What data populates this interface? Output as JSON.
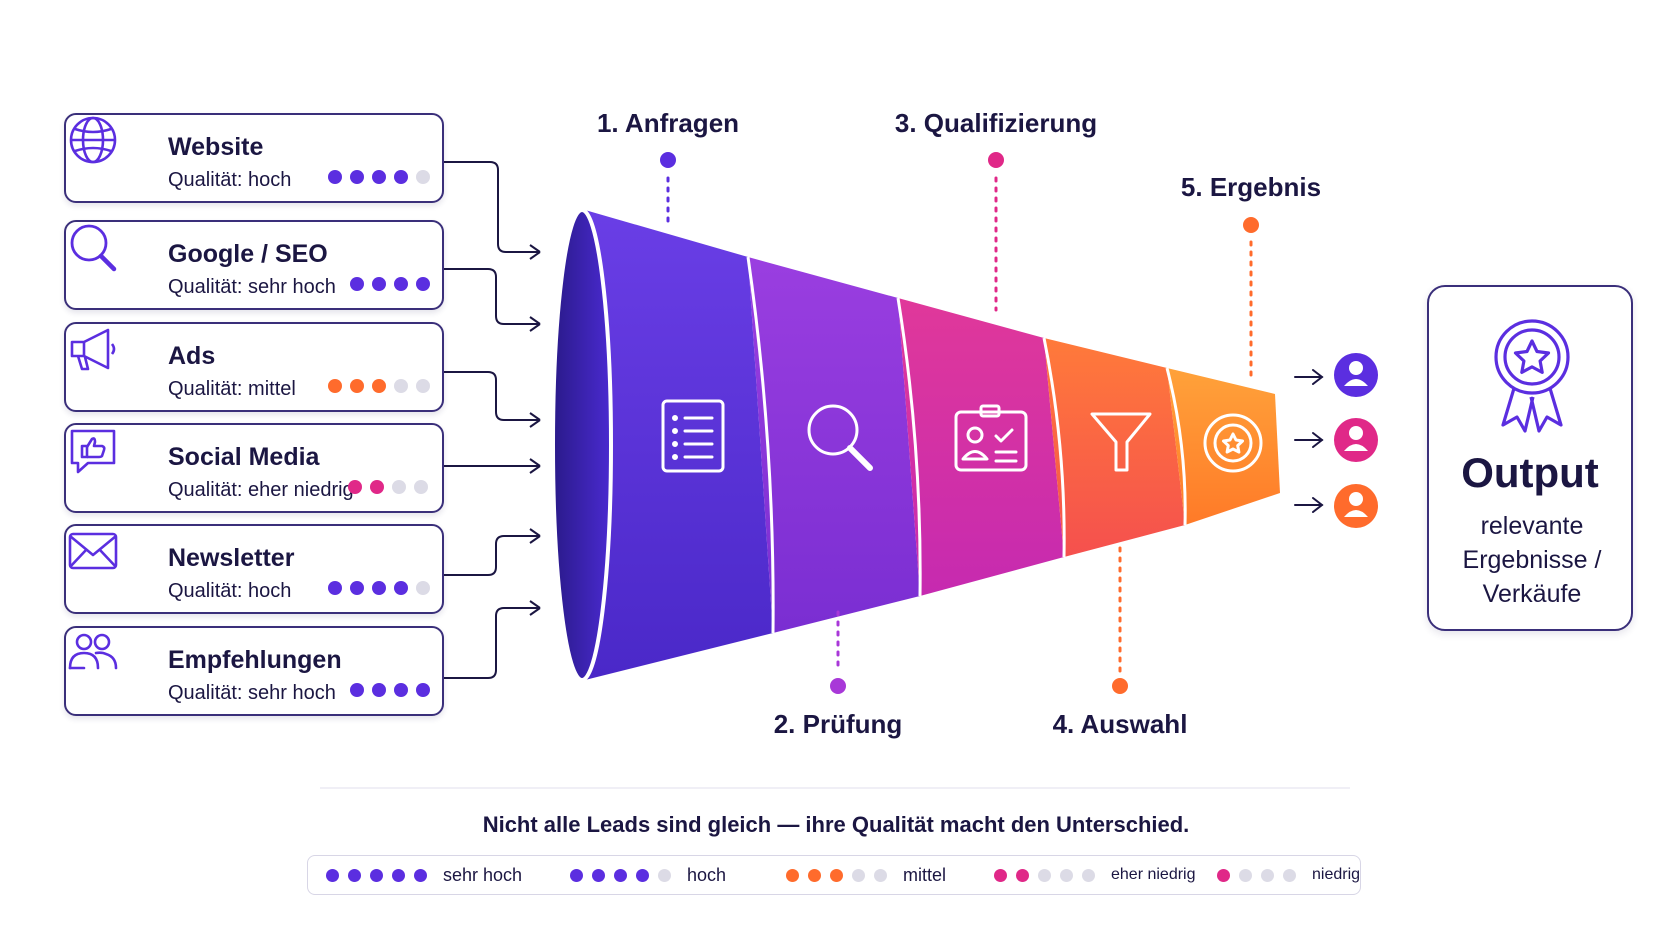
{
  "colors": {
    "purple": "#5b2ee0",
    "magenta": "#e02888",
    "orange": "#ff6b2c",
    "gray": "#dcdbe6",
    "navy": "#1b1642"
  },
  "sources": [
    {
      "title": "Website",
      "quality": "Qualität: hoch",
      "icon": "globe-icon",
      "dots": [
        "purple",
        "purple",
        "purple",
        "purple",
        "gray"
      ]
    },
    {
      "title": "Google / SEO",
      "quality": "Qualität: sehr hoch",
      "icon": "search-icon",
      "dots": [
        "purple",
        "purple",
        "purple",
        "purple"
      ]
    },
    {
      "title": "Ads",
      "quality": "Qualität: mittel",
      "icon": "megaphone-icon",
      "dots": [
        "orange",
        "orange",
        "orange",
        "gray",
        "gray"
      ]
    },
    {
      "title": "Social Media",
      "quality": "Qualität: eher niedrig",
      "icon": "thumbs-up-chat-icon",
      "dots": [
        "magenta",
        "magenta",
        "gray",
        "gray"
      ]
    },
    {
      "title": "Newsletter",
      "quality": "Qualität: hoch",
      "icon": "envelope-icon",
      "dots": [
        "purple",
        "purple",
        "purple",
        "purple",
        "gray"
      ]
    },
    {
      "title": "Empfehlungen",
      "quality": "Qualität: sehr hoch",
      "icon": "users-icon",
      "dots": [
        "purple",
        "purple",
        "purple",
        "purple"
      ]
    }
  ],
  "stages": [
    {
      "label": "1. Anfragen",
      "icon": "checklist-icon"
    },
    {
      "label": "2. Prüfung",
      "icon": "magnifier-icon"
    },
    {
      "label": "3. Qualifizierung",
      "icon": "id-card-icon"
    },
    {
      "label": "4. Auswahl",
      "icon": "filter-icon"
    },
    {
      "label": "5. Ergebnis",
      "icon": "star-badge-icon"
    }
  ],
  "results": [
    {
      "icon": "person-icon",
      "color": "purple"
    },
    {
      "icon": "person-icon",
      "color": "magenta"
    },
    {
      "icon": "person-icon",
      "color": "orange"
    }
  ],
  "output": {
    "title": "Output",
    "subtitle": "relevante Ergebnisse / Verkäufe",
    "icon": "award-ribbon-icon"
  },
  "caption": "Nicht alle Leads sind gleich — ihre Qualität macht den Unterschied.",
  "legend": [
    {
      "label": "sehr hoch",
      "dots": [
        "purple",
        "purple",
        "purple",
        "purple",
        "purple"
      ]
    },
    {
      "label": "hoch",
      "dots": [
        "purple",
        "purple",
        "purple",
        "purple",
        "gray"
      ]
    },
    {
      "label": "mittel",
      "dots": [
        "orange",
        "orange",
        "orange",
        "gray",
        "gray"
      ]
    },
    {
      "label": "eher niedrig",
      "dots": [
        "magenta",
        "magenta",
        "gray",
        "gray",
        "gray"
      ]
    },
    {
      "label": "niedrig",
      "dots": [
        "magenta",
        "gray",
        "gray",
        "gray"
      ]
    }
  ]
}
